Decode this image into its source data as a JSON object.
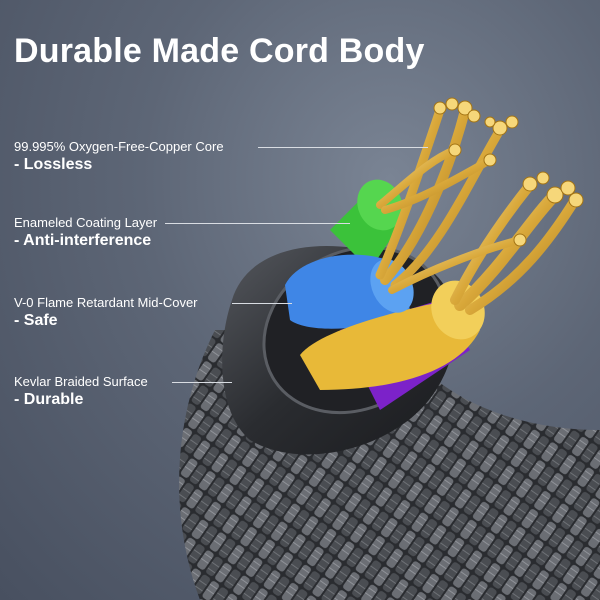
{
  "title": "Durable Made Cord Body",
  "callouts": [
    {
      "spec": "99.995% Oxygen-Free-Copper Core",
      "benefit": "- Lossless"
    },
    {
      "spec": "Enameled Coating Layer",
      "benefit": "- Anti-interference"
    },
    {
      "spec": "V-0 Flame Retardant Mid-Cover",
      "benefit": "- Safe"
    },
    {
      "spec": "Kevlar Braided Surface",
      "benefit": "- Durable"
    }
  ],
  "colors": {
    "background": "#5d6676",
    "text": "#ffffff",
    "copper": "#d9a83a",
    "wire_green": "#3bc23a",
    "wire_blue": "#3f86e6",
    "wire_yellow": "#e8b938",
    "wire_purple": "#7c22c9",
    "mid_cover": "#2b2d31",
    "braid": "#3a3c40"
  }
}
